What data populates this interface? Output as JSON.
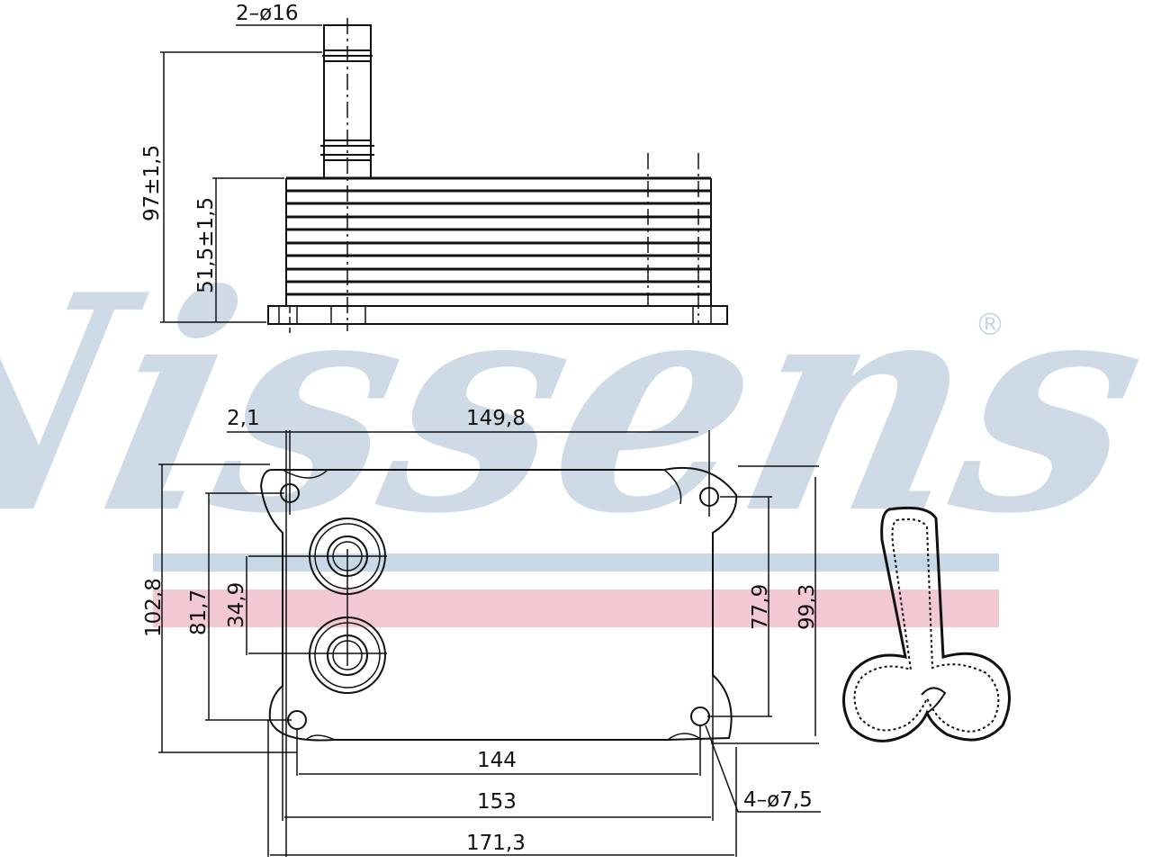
{
  "watermark": {
    "brand": "Nissens",
    "registered_mark": "®",
    "brand_color": "#c9d6e3",
    "stripe_blue": "#c8d8e6",
    "stripe_red": "#f2c9d2"
  },
  "side_view": {
    "pipe_label": "2–ø16",
    "total_height": "97±1,5",
    "body_height": "51,5±1,5"
  },
  "top_view": {
    "offset": "2,1",
    "hole_spacing_top": "149,8",
    "overall_height": "102,8",
    "left_hole_height": "81,7",
    "port_spacing": "34,9",
    "right_hole_height": "77,9",
    "right_height": "99,3",
    "bottom_hole_spacing": "144",
    "body_width": "153",
    "overall_width": "171,3",
    "hole_label": "4–ø7,5"
  }
}
